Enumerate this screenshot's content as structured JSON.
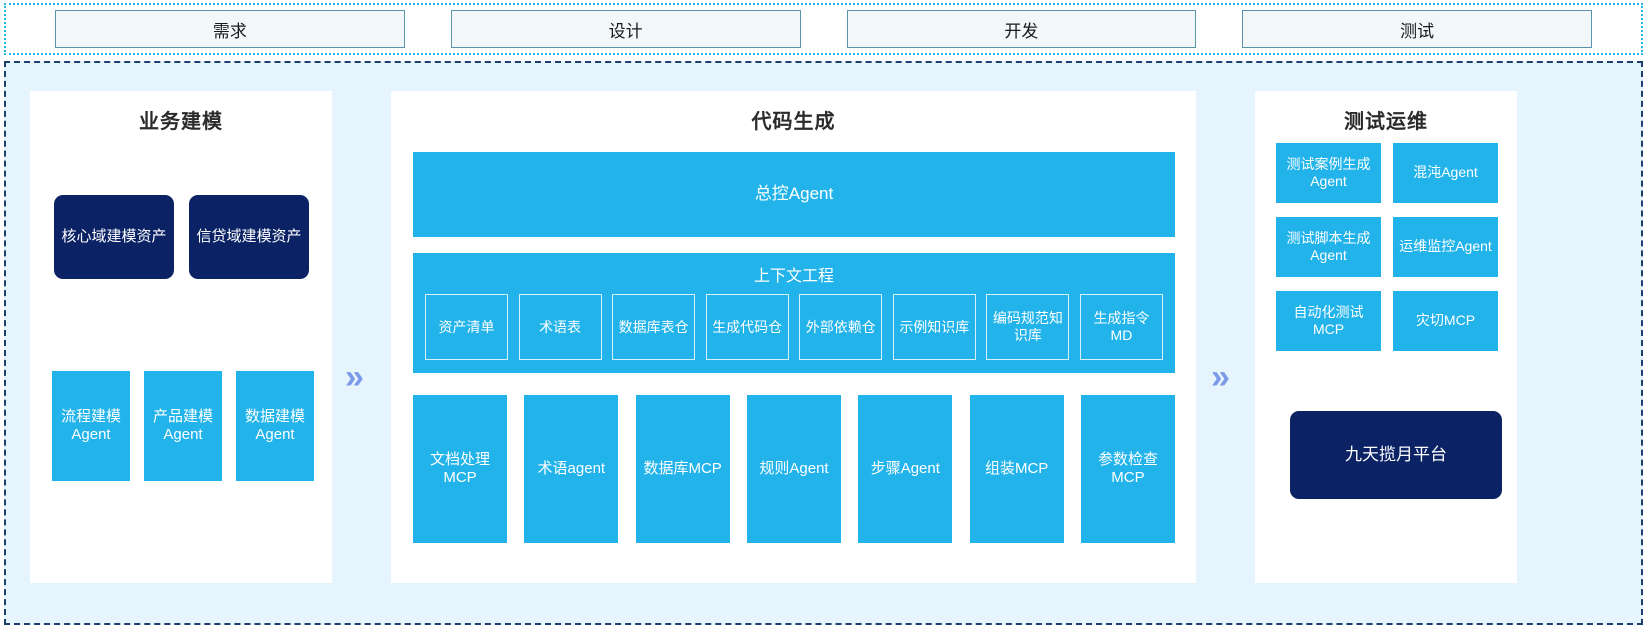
{
  "phases": [
    {
      "label": "需求"
    },
    {
      "label": "设计"
    },
    {
      "label": "开发"
    },
    {
      "label": "测试"
    }
  ],
  "arrows": {
    "glyph": "»",
    "color": "#7b9ae8"
  },
  "colors": {
    "cyan": "#22b3ea",
    "navy": "#0b2365",
    "panel_bg": "#ffffff",
    "canvas_bg": "#e6f4fd",
    "phase_border": "#5b93ab",
    "dash_border": "#1b3f6e"
  },
  "left_panel": {
    "title": "业务建模",
    "assets": [
      {
        "label": "核心域建模资产"
      },
      {
        "label": "信贷域建模资产"
      }
    ],
    "agents": [
      {
        "label": "流程建模Agent"
      },
      {
        "label": "产品建模Agent"
      },
      {
        "label": "数据建模Agent"
      }
    ]
  },
  "center_panel": {
    "title": "代码生成",
    "control_agent": "总控Agent",
    "context": {
      "title": "上下文工程",
      "items": [
        {
          "label": "资产清单"
        },
        {
          "label": "术语表"
        },
        {
          "label": "数据库表仓"
        },
        {
          "label": "生成代码仓"
        },
        {
          "label": "外部依赖仓"
        },
        {
          "label": "示例知识库"
        },
        {
          "label": "编码规范知识库"
        },
        {
          "label": "生成指令MD"
        }
      ]
    },
    "tools": [
      {
        "label": "文档处理MCP"
      },
      {
        "label": "术语agent"
      },
      {
        "label": "数据库MCP"
      },
      {
        "label": "规则Agent"
      },
      {
        "label": "步骤Agent"
      },
      {
        "label": "组装MCP"
      },
      {
        "label": "参数检查MCP"
      }
    ]
  },
  "right_panel": {
    "title": "测试运维",
    "items": [
      {
        "label": "测试案例生成Agent"
      },
      {
        "label": "混沌Agent"
      },
      {
        "label": "测试脚本生成Agent"
      },
      {
        "label": "运维监控Agent"
      },
      {
        "label": "自动化测试MCP"
      },
      {
        "label": "灾切MCP"
      }
    ],
    "platform": "九天揽月平台"
  }
}
